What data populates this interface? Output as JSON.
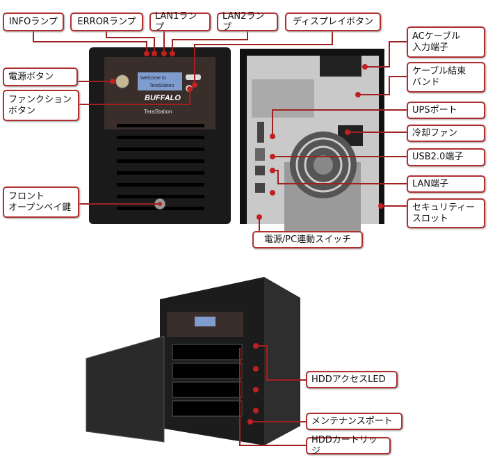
{
  "callouts": {
    "info": "INFOランプ",
    "error": "ERRORランプ",
    "lan1": "LAN1ランプ",
    "lan2": "LAN2ランプ",
    "display": "ディスプレイボタン",
    "power": "電源ボタン",
    "function": "ファンクション\nボタン",
    "front_key": "フロント\nオープンベイ鍵",
    "ac": "ACケーブル\n入力端子",
    "cable_band": "ケーブル結束\nバンド",
    "ups": "UPSポート",
    "fan": "冷却ファン",
    "usb": "USB2.0端子",
    "lan": "LAN端子",
    "security": "セキュリティー\nスロット",
    "power_pc": "電源/PC連動スイッチ",
    "hdd_led": "HDDアクセスLED",
    "maintenance": "メンテナンスポート",
    "hdd_cartridge": "HDDカートリッジ"
  },
  "device": {
    "brand": "BUFFALO",
    "model": "TeraStation",
    "lcd_line1": "Welcome to",
    "lcd_line2": "TeraStation"
  },
  "colors": {
    "callout_border": "#b03030",
    "leader": "#a02020"
  }
}
